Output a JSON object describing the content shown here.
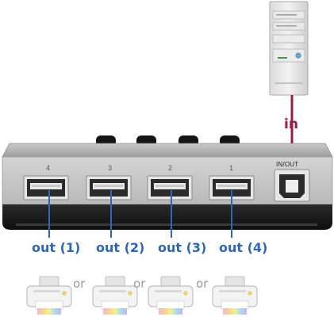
{
  "hub": {
    "ports": [
      {
        "number": "4",
        "output_label": "out (1)"
      },
      {
        "number": "3",
        "output_label": "out (2)"
      },
      {
        "number": "2",
        "output_label": "out (3)"
      },
      {
        "number": "1",
        "output_label": "out (4)"
      }
    ],
    "io_label": "IN/OUT",
    "buttons": 4
  },
  "input_label": "in",
  "separator_label": "or",
  "colors": {
    "output_line": "#2e66b8",
    "input_line": "#9a1b4b",
    "hub_top": "#a9a9a9",
    "hub_bottom": "#1b1b1b"
  },
  "icons": [
    "pc-tower-icon",
    "usb-switch-icon",
    "usb-a-port-icon",
    "usb-b-port-icon",
    "printer-icon"
  ]
}
